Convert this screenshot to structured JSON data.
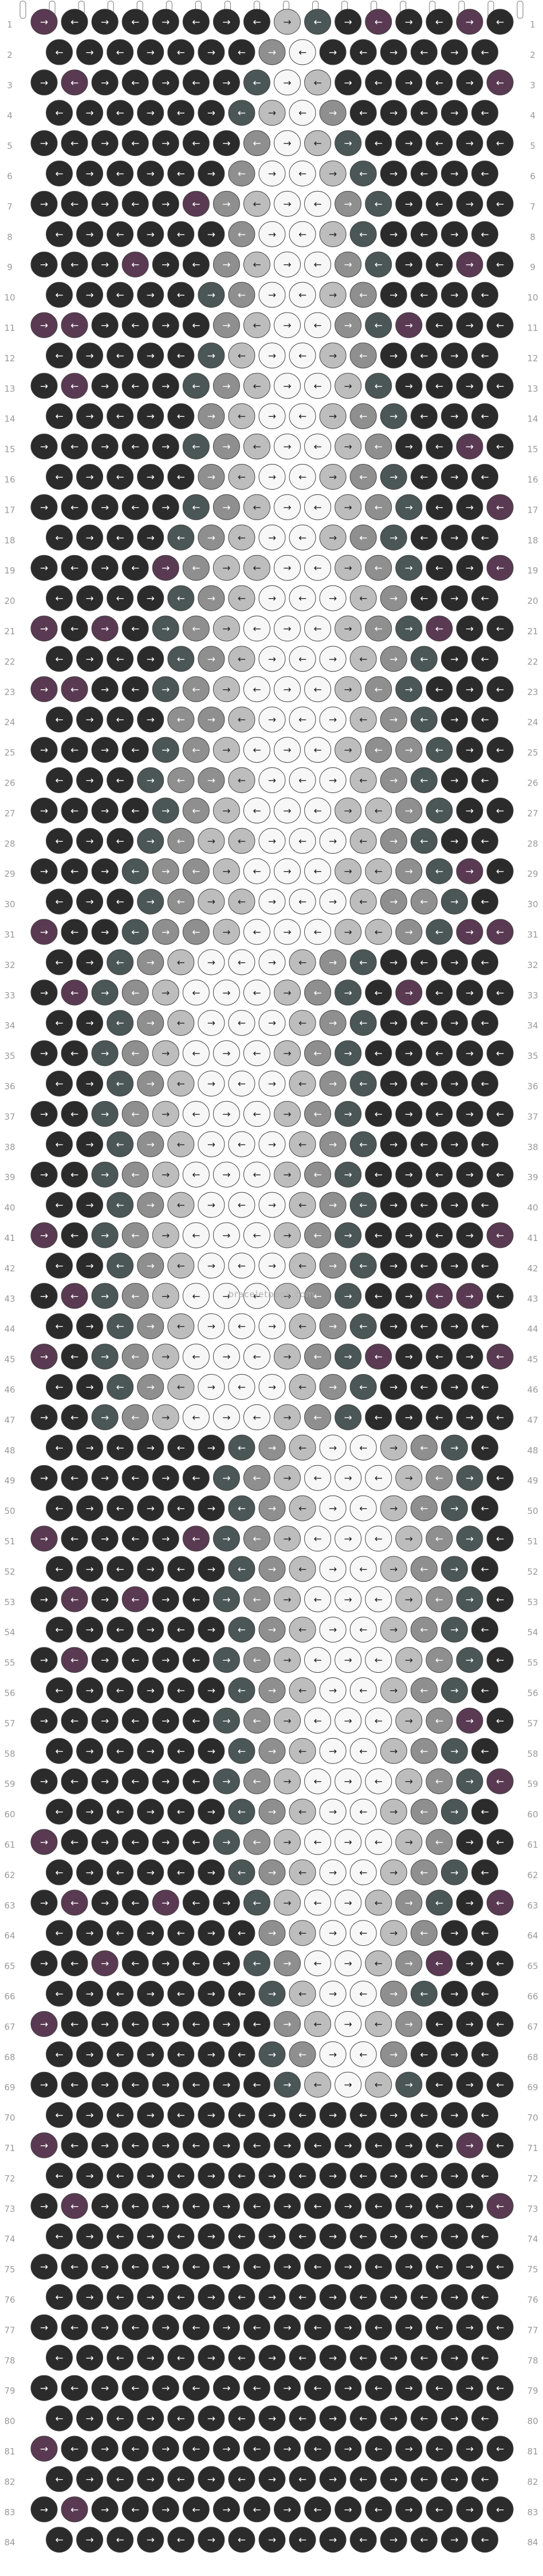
{
  "pattern": {
    "row_count": 84,
    "knot_columns": 16,
    "watermark": "braceletbook.com",
    "row_labels": [
      "1",
      "2",
      "3",
      "4",
      "5",
      "6",
      "7",
      "8",
      "9",
      "10",
      "11",
      "12",
      "13",
      "14",
      "15",
      "16",
      "17",
      "18",
      "19",
      "20",
      "21",
      "22",
      "23",
      "24",
      "25",
      "26",
      "27",
      "28",
      "29",
      "30",
      "31",
      "32",
      "33",
      "34",
      "35",
      "36",
      "37",
      "38",
      "39",
      "40",
      "41",
      "42",
      "43",
      "44",
      "45",
      "46",
      "47",
      "48",
      "49",
      "50",
      "51",
      "52",
      "53",
      "54",
      "55",
      "56",
      "57",
      "58",
      "59",
      "60",
      "61",
      "62",
      "63",
      "64",
      "65",
      "66",
      "67",
      "68",
      "69",
      "70",
      "71",
      "72",
      "73",
      "74",
      "75",
      "76",
      "77",
      "78",
      "79",
      "80",
      "81",
      "82",
      "83",
      "84"
    ]
  },
  "colors": {
    "black": "#2b2b2b",
    "plum": "#5a3a52",
    "dark_slate": "#4b5656",
    "mid_gray": "#8f8f8f",
    "light_gray": "#bdbdbd",
    "white": "#f7f7f7",
    "background": "#ffffff",
    "row_number": "#9a9a9a"
  },
  "legend_icons": {
    "forward_knot": "arrow-right-icon",
    "backward_knot": "arrow-left-icon"
  }
}
